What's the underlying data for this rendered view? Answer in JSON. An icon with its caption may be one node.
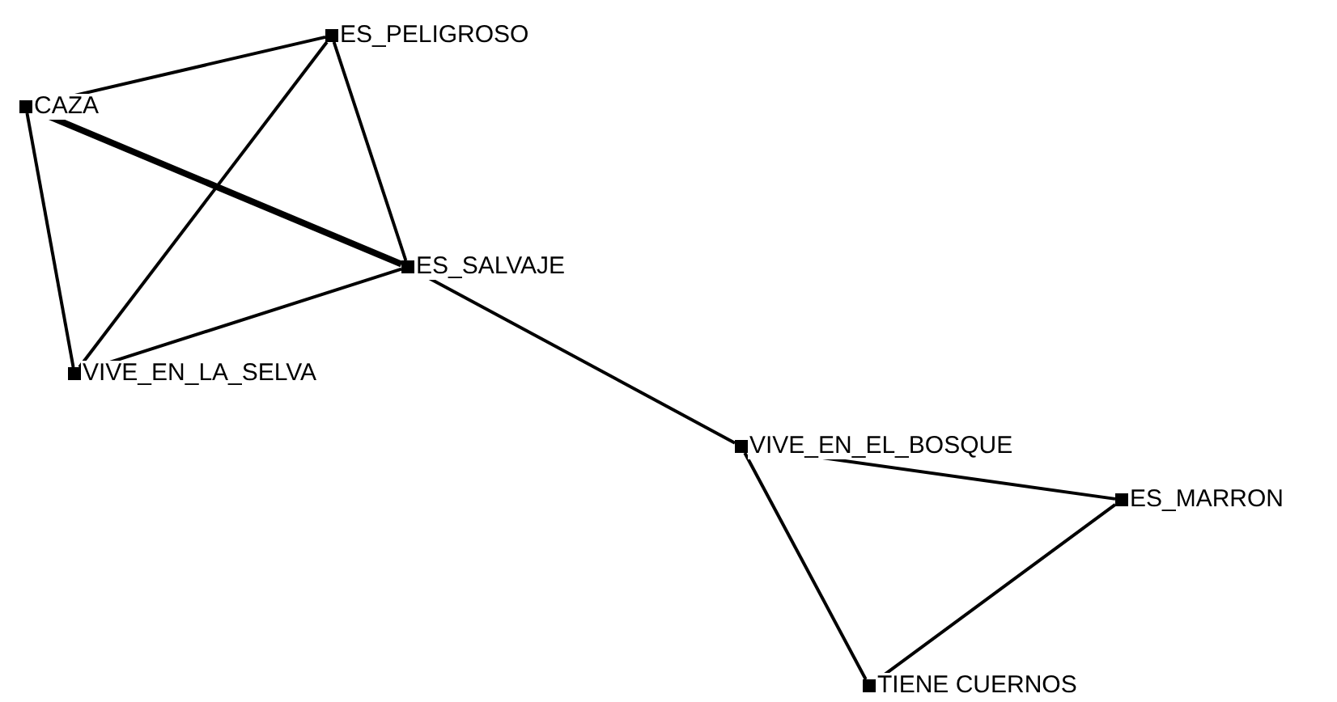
{
  "diagram": {
    "nodes": [
      {
        "text": [
          "ES_PELIGROSO"
        ]
      },
      {
        "text": [
          "CAZA"
        ]
      },
      {
        "text": [
          "ES_SALVAJE"
        ]
      },
      {
        "text": [
          "VIVE_EN_LA_SELVA"
        ]
      },
      {
        "text": [
          "VIVE_EN_EL_BOSQUE"
        ]
      },
      {
        "text": [
          "ES_MARRON"
        ]
      },
      {
        "text": [
          "TIENE CUERNOS"
        ]
      }
    ],
    "edges": [
      {
        "from": 1,
        "to": 0,
        "arrow": "none"
      },
      {
        "from": 1,
        "to": 2,
        "arrow": "none",
        "style": "thick"
      },
      {
        "from": 1,
        "to": 3,
        "arrow": "none"
      },
      {
        "from": 0,
        "to": 2,
        "arrow": "none"
      },
      {
        "from": 0,
        "to": 3,
        "arrow": "none"
      },
      {
        "from": 3,
        "to": 2,
        "arrow": "none"
      },
      {
        "from": 2,
        "to": 4,
        "arrow": "none"
      },
      {
        "from": 4,
        "to": 5,
        "arrow": "none"
      },
      {
        "from": 4,
        "to": 6,
        "arrow": "none"
      },
      {
        "from": 6,
        "to": 5,
        "arrow": "none"
      }
    ]
  }
}
